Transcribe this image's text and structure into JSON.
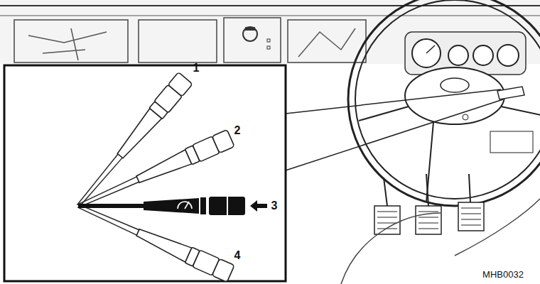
{
  "diagram": {
    "labels": [
      "1",
      "2",
      "3",
      "4",
      "MHB0032"
    ]
  }
}
